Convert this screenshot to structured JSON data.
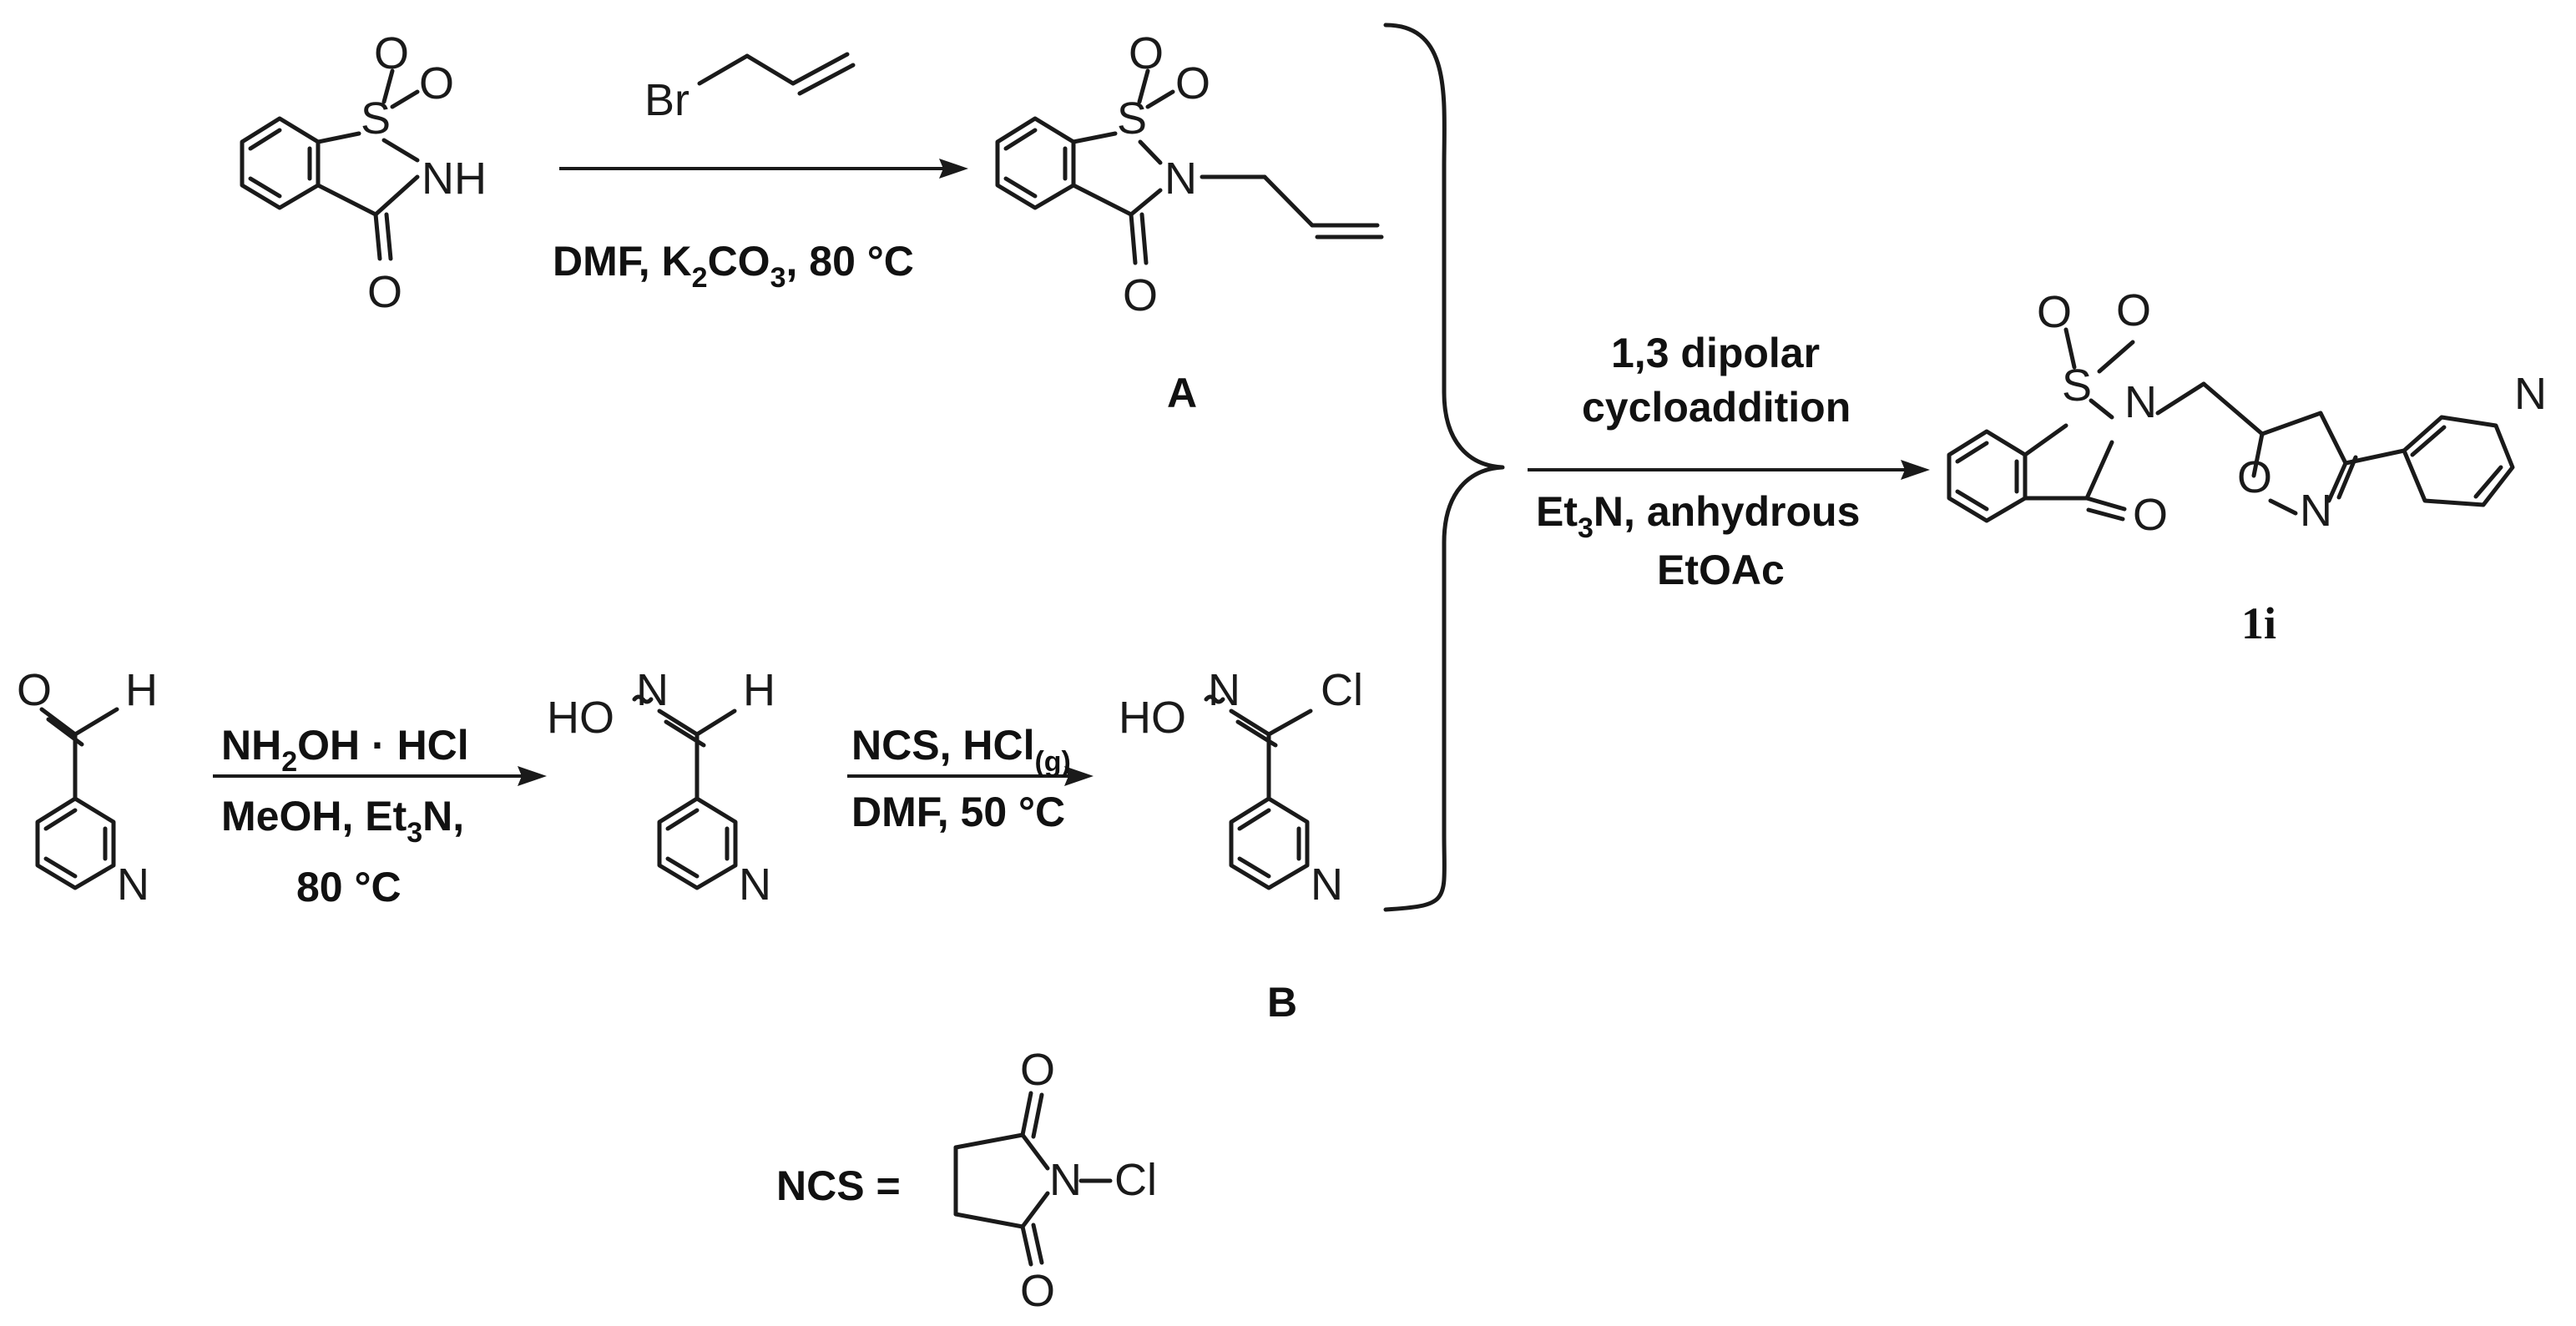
{
  "reagents": {
    "allyl_bromide_Br": "Br",
    "step1_conditions": {
      "a": "DMF, K",
      "b": "2",
      "c": "CO",
      "d": "3",
      "e": ", 80 °C"
    },
    "step2_line1": {
      "a": "NH",
      "b": "2",
      "c": "OH · HCl"
    },
    "step2_line2": {
      "a": "MeOH, Et",
      "b": "3",
      "c": "N,"
    },
    "step2_line3": "80 °C",
    "step3_line1": {
      "a": "NCS, HCl",
      "b": "(g)"
    },
    "step3_line2": "DMF, 50 °C",
    "step4_line1": "1,3 dipolar",
    "step4_line2": "cycloaddition",
    "step4_line3": {
      "a": "Et",
      "b": "3",
      "c": "N, anhydrous"
    },
    "step4_line4": "EtOAc"
  },
  "labels": {
    "compound_A": "A",
    "compound_B": "B",
    "product": "1i",
    "ncs_eq": "NCS ="
  },
  "atoms": {
    "O": "O",
    "S": "S",
    "N": "N",
    "NH": "NH",
    "H": "H",
    "HO": "HO",
    "Cl": "Cl"
  }
}
